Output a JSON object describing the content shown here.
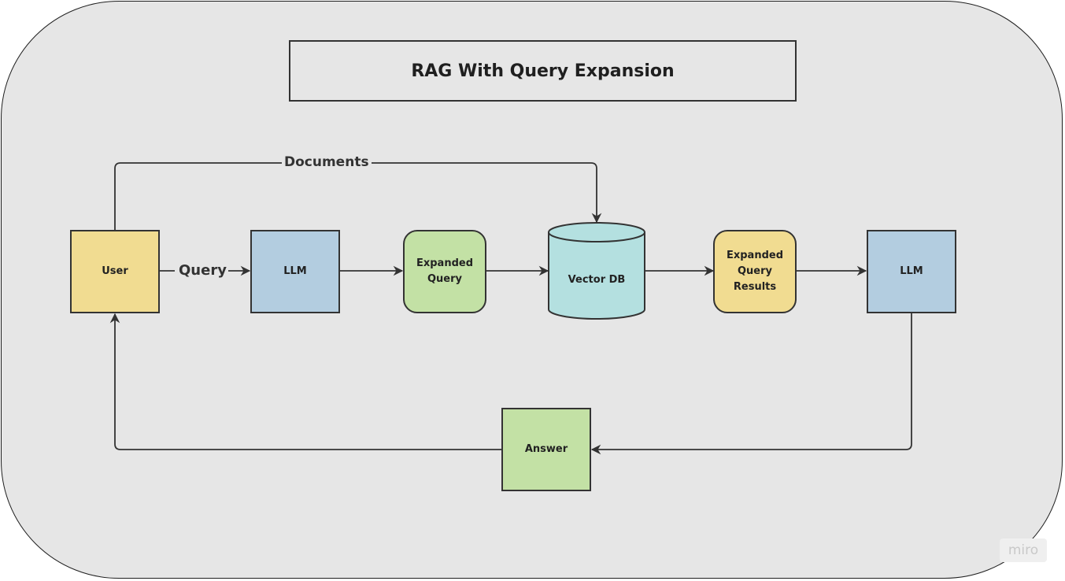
{
  "diagram": {
    "title": "RAG With Query Expansion",
    "nodes": {
      "user": "User",
      "llm_first": "LLM",
      "expanded_query": "Expanded Query",
      "vector_db": "Vector DB",
      "expanded_query_results": "Expanded Query Results",
      "llm_second": "LLM",
      "answer": "Answer"
    },
    "edge_labels": {
      "documents": "Documents",
      "query": "Query"
    },
    "colors": {
      "board": "#e6e6e6",
      "yellow": "#f1dc91",
      "blue": "#b3cde0",
      "green": "#c3e1a5",
      "cylinder": "#b4e0e0",
      "stroke": "#333333"
    }
  },
  "watermark": "miro"
}
